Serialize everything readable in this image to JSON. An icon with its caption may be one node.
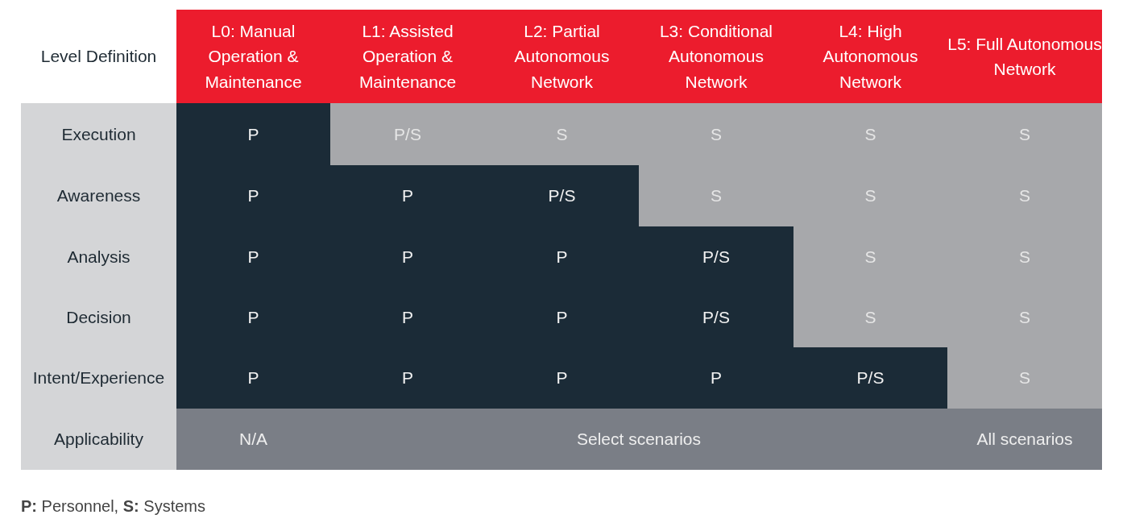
{
  "diagram": {
    "labels": [
      "Level Definition",
      "L0: Manual Operation & Maintenance",
      "L1: Assisted Operation & Maintenance",
      "L2: Partial Autonomous Network",
      "L3: Conditional Autonomous Network",
      "L4: High Autonomous Network",
      "L5: Full Autonomous Network",
      "Execution",
      "P",
      "P/S",
      "S",
      "S",
      "S",
      "S",
      "Awareness",
      "P",
      "P",
      "P/S",
      "S",
      "S",
      "S",
      "Analysis",
      "P",
      "P",
      "P",
      "P/S",
      "S",
      "S",
      "Decision",
      "P",
      "P",
      "P",
      "P/S",
      "S",
      "S",
      "Intent/Experience",
      "P",
      "P",
      "P",
      "P",
      "P/S",
      "S",
      "Applicability",
      "N/A",
      "Select scenarios",
      "All scenarios",
      "**P:** Personnel, **S:** Systems"
    ]
  }
}
